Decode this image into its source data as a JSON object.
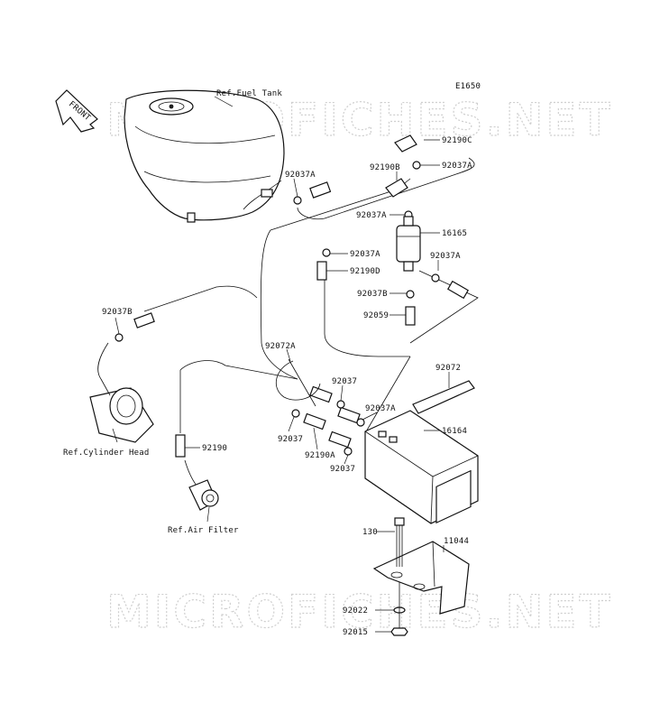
{
  "diagram": {
    "figure_code": "E1650",
    "front_marker": "FRONT",
    "watermark": "MICROFICHES.NET",
    "reference_labels": {
      "fuel_tank": "Ref.Fuel Tank",
      "cylinder_head": "Ref.Cylinder Head",
      "air_filter": "Ref.Air Filter"
    },
    "callouts": [
      "92190C",
      "92037A",
      "92037A",
      "92190B",
      "92037A",
      "16165",
      "92037A",
      "92037A",
      "92190D",
      "92037B",
      "92059",
      "92037B",
      "92072A",
      "92037",
      "92072",
      "92037A",
      "16164",
      "92037",
      "92190A",
      "92037",
      "92190",
      "130",
      "11044",
      "92022",
      "92015"
    ]
  }
}
